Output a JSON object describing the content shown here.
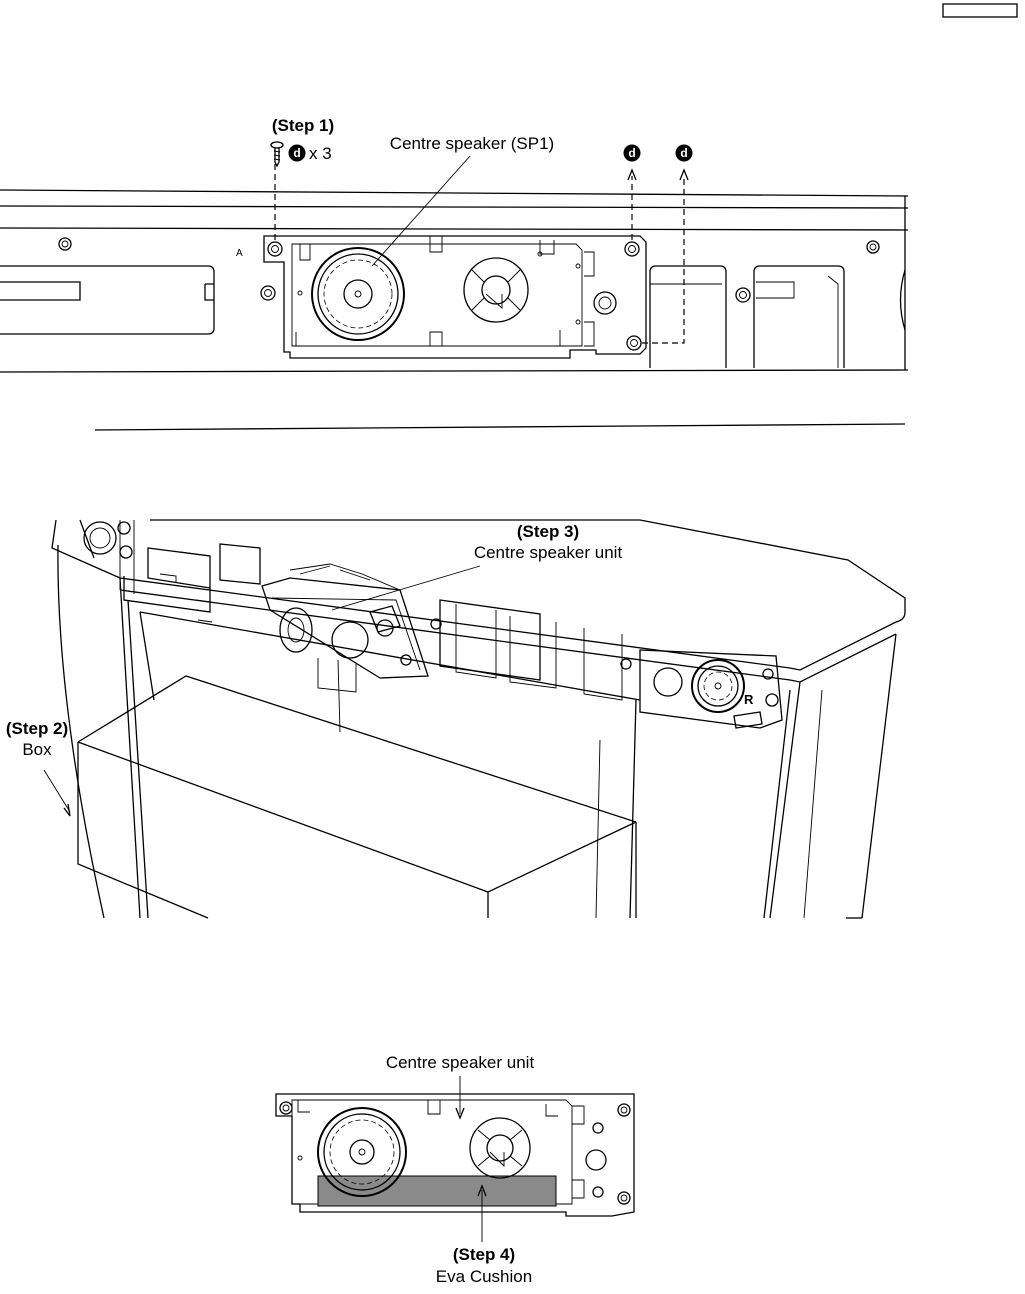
{
  "page_box_label": "",
  "figure1": {
    "step_label": "(Step 1)",
    "screw_badge": "d",
    "screw_count": "x 3",
    "speaker_label": "Centre speaker (SP1)",
    "extra_badges": [
      "d",
      "d"
    ],
    "panel_mark": "A"
  },
  "figure2": {
    "step3_label": "(Step 3)",
    "step3_caption": "Centre speaker unit",
    "step2_label": "(Step 2)",
    "step2_caption": "Box",
    "side_mark": "R"
  },
  "figure3": {
    "top_caption": "Centre speaker unit",
    "step4_label": "(Step 4)",
    "step4_caption": "Eva Cushion"
  },
  "colors": {
    "line": "#000000",
    "cushion": "#8a8a8a",
    "background": "#ffffff"
  }
}
